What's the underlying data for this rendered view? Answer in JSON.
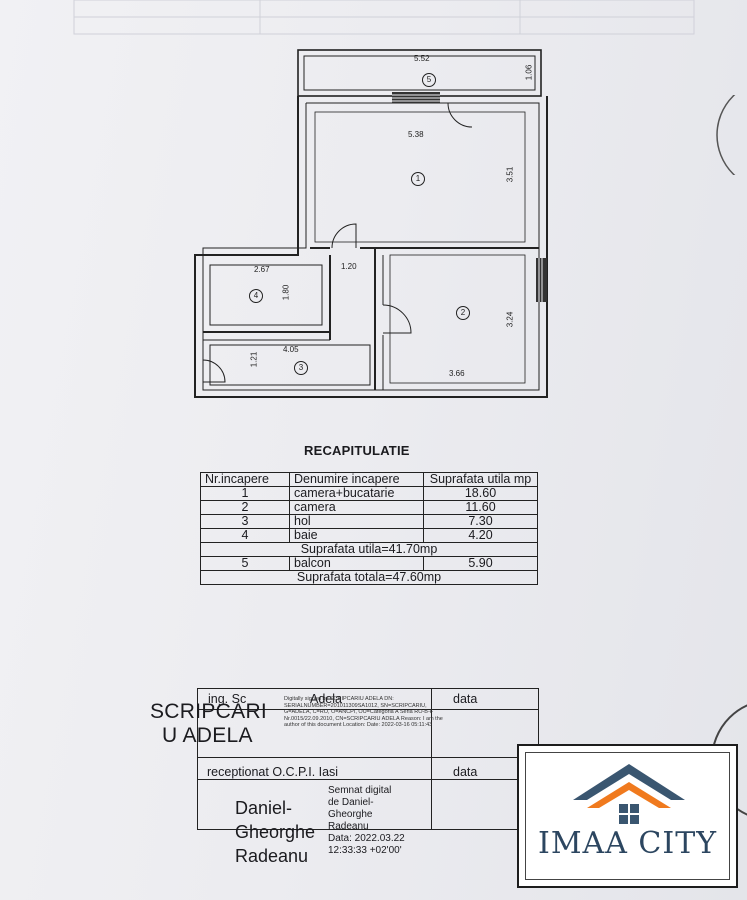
{
  "plan": {
    "dims": [
      "5.52",
      "1.06",
      "5.38",
      "3.51",
      "1.20",
      "2.67",
      "1.80",
      "3.24",
      "4.05",
      "1.21",
      "3.66"
    ],
    "rooms": [
      "1",
      "2",
      "3",
      "4",
      "5"
    ]
  },
  "recap": {
    "title": "RECAPITULATIE",
    "headers": [
      "Nr.incapere",
      "Denumire incapere",
      "Suprafata utila mp"
    ],
    "rows": [
      {
        "nr": "1",
        "name": "camera+bucatarie",
        "area": "18.60"
      },
      {
        "nr": "2",
        "name": "camera",
        "area": "11.60"
      },
      {
        "nr": "3",
        "name": "hol",
        "area": "7.30"
      },
      {
        "nr": "4",
        "name": "baie",
        "area": "4.20"
      }
    ],
    "useful_total": "Suprafata utila=41.70mp",
    "balcony": {
      "nr": "5",
      "name": "balcon",
      "area": "5.90"
    },
    "grand_total": "Suprafata totala=47.60mp"
  },
  "signatures": {
    "engineer_prefix": "ing. Sc",
    "engineer_name": "Adela",
    "date_label_1": "data",
    "stamp_line_1": "SCRIPCARI",
    "stamp_line_2": "U ADELA",
    "digital_details": "Digitally signed by SCRIPCARIU ADELA DN: SERIALNUMBER=201011309SA1012, SN=SCRIPCARIU, G=ADELA, C=RO, O=ANCPI, OU=Categoria A Seria RO-B-F Nr.0015/22.09.2010, CN=SCRIPCARIU ADELA Reason: I am the author of this document Location: Date: 2022-03-16 05:11:43",
    "receptionat": "receptionat O.C.P.I. Iasi",
    "date_label_2": "data",
    "signer_line_1": "Daniel-",
    "signer_line_2": "Gheorghe",
    "signer_line_3": "Radeanu",
    "digital_line_1": "Semnat digital",
    "digital_line_2": "de Daniel-",
    "digital_line_3": "Gheorghe",
    "digital_line_4": "Radeanu",
    "digital_line_5": "Data: 2022.03.22",
    "digital_line_6": "12:33:33 +02'00'"
  },
  "logo": {
    "text": "IMAA CITY",
    "roof_color": "#3a5670",
    "accent_color": "#f07a1e"
  }
}
